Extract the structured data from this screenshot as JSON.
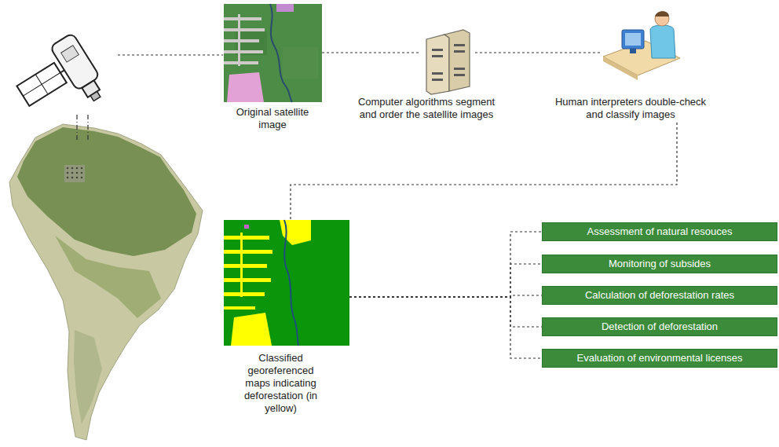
{
  "diagram": {
    "nodes": [
      {
        "text": [
          "Original satellite image"
        ]
      },
      {
        "text": [
          "Computer algorithms segment and order the satellite images"
        ]
      },
      {
        "text": [
          "Human interpreters double-check and classify images"
        ]
      },
      {
        "text": [
          "Classified georeferenced maps indicating deforestation (in yellow)"
        ]
      },
      {
        "text": [
          "Assessment of natural resouces"
        ]
      },
      {
        "text": [
          "Monitoring of subsides"
        ]
      },
      {
        "text": [
          "Calculation of deforestation rates"
        ]
      },
      {
        "text": [
          "Detection of deforestation"
        ]
      },
      {
        "text": [
          "Evaluation of environmental licenses"
        ]
      }
    ],
    "edges": [
      {
        "from": 0,
        "to": 1,
        "arrow": "none"
      },
      {
        "from": 1,
        "to": 2,
        "arrow": "none"
      },
      {
        "from": 2,
        "to": 3,
        "arrow": "none"
      },
      {
        "from": 3,
        "to": 4,
        "arrow": "none"
      },
      {
        "from": 3,
        "to": 5,
        "arrow": "none"
      },
      {
        "from": 3,
        "to": 6,
        "arrow": "none"
      },
      {
        "from": 3,
        "to": 7,
        "arrow": "none"
      },
      {
        "from": 3,
        "to": 8,
        "arrow": "none"
      }
    ]
  }
}
